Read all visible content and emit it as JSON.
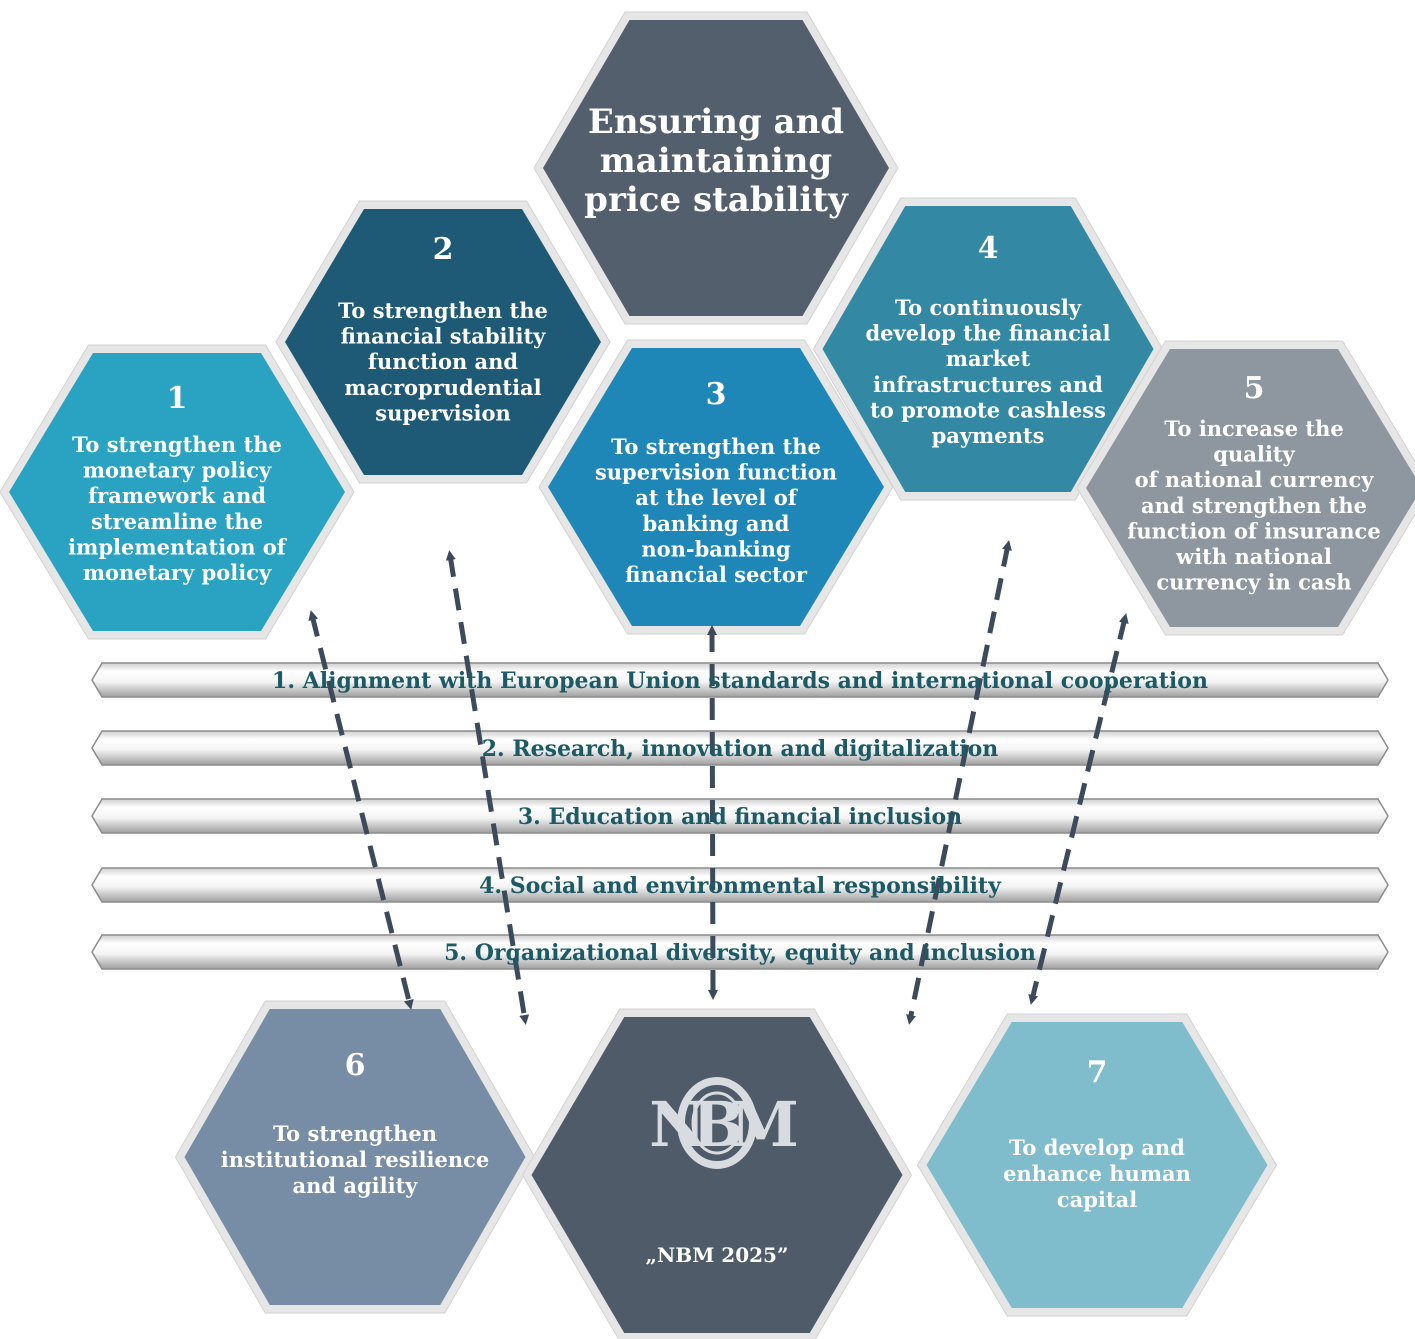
{
  "center_goal": {
    "lines": [
      "Ensuring and",
      "maintaining",
      "price stability"
    ],
    "color": "#545f6e"
  },
  "objectives": [
    {
      "number": "1",
      "lines": [
        "To strengthen the",
        "monetary policy",
        "framework and",
        "streamline the",
        "implementation of",
        "monetary policy"
      ],
      "color": "#2aa3c2"
    },
    {
      "number": "2",
      "lines": [
        "To strengthen the",
        "financial stability",
        "function and",
        "macroprudential",
        "supervision"
      ],
      "color": "#1e5a76"
    },
    {
      "number": "3",
      "lines": [
        "To strengthen the",
        "supervision function",
        "at the level of",
        "banking and",
        "non-banking",
        "financial sector"
      ],
      "color": "#1f87b7"
    },
    {
      "number": "4",
      "lines": [
        "To continuously",
        "develop the financial",
        "market",
        "infrastructures and",
        "to promote cashless",
        "payments"
      ],
      "color": "#3389a3"
    },
    {
      "number": "5",
      "lines": [
        "To increase the",
        "quality",
        "of national currency",
        "and strengthen the",
        "function of insurance",
        "with national",
        "currency in cash"
      ],
      "color": "#8e979f"
    },
    {
      "number": "6",
      "lines": [
        "To strengthen",
        "institutional resilience",
        "and agility"
      ],
      "color": "#778ca5"
    },
    {
      "number": "7",
      "lines": [
        "To develop and",
        "enhance human",
        "capital"
      ],
      "color": "#7fbccc"
    }
  ],
  "cross_cutting": [
    "1. Alignment with European Union standards and international cooperation",
    "2. Research, innovation and digitalization",
    "3. Education and financial inclusion",
    "4. Social and environmental responsibility",
    "5. Organizational diversity, equity and inclusion"
  ],
  "center_logo": {
    "monogram_letters": "NBM",
    "caption": "„NBM 2025”",
    "color": "#4f5b69",
    "logo_color": "#d8dbdf"
  },
  "colors": {
    "band_text": "#1c5a66",
    "arrow": "#3d4a5c",
    "hex_frame": "#e6e6e6"
  }
}
